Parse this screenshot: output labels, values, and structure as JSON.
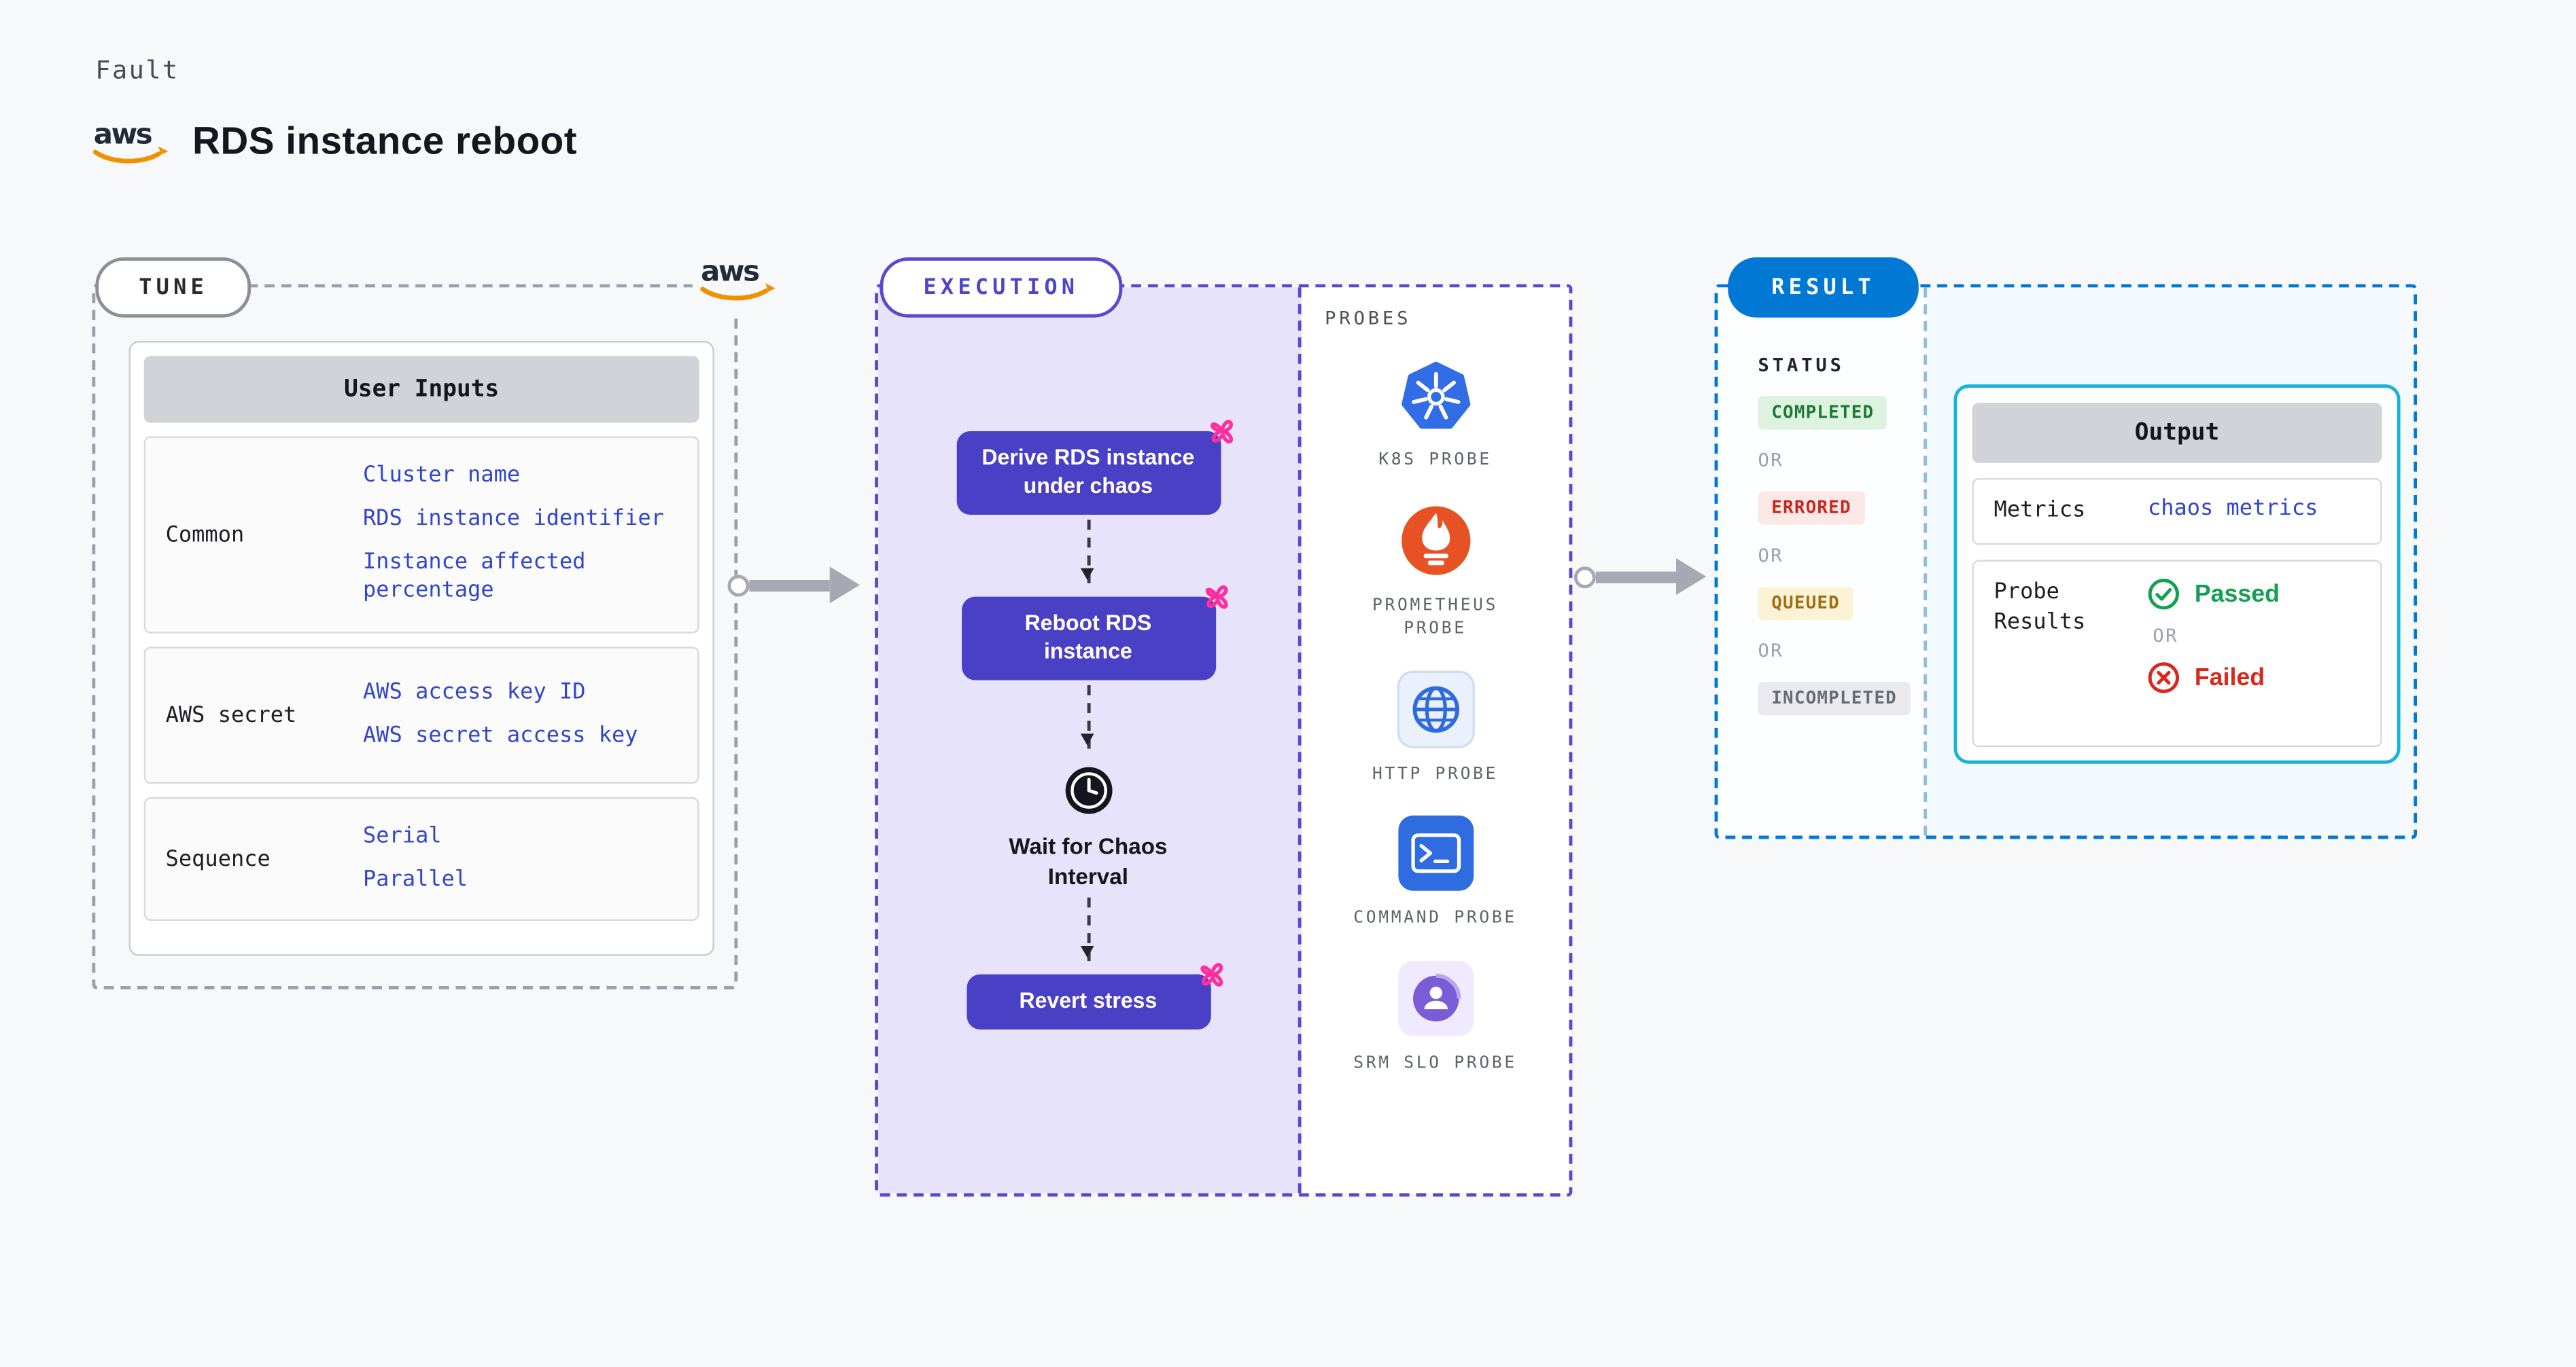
{
  "header": {
    "fault_label": "Fault",
    "title": "RDS instance reboot",
    "aws_logo_text": "aws"
  },
  "tune": {
    "pill_label": "TUNE",
    "aws_logo_text": "aws",
    "card": {
      "header": "User Inputs",
      "rows": [
        {
          "label": "Common",
          "links": [
            "Cluster name",
            "RDS instance identifier",
            "Instance affected percentage"
          ]
        },
        {
          "label": "AWS secret",
          "links": [
            "AWS access key ID",
            "AWS secret access key"
          ]
        },
        {
          "label": "Sequence",
          "links": [
            "Serial",
            "Parallel"
          ]
        }
      ]
    }
  },
  "execution": {
    "pill_label": "EXECUTION",
    "nodes": [
      {
        "label": "Derive RDS instance under chaos"
      },
      {
        "label": "Reboot RDS instance"
      },
      {
        "label": "Wait for Chaos Interval"
      },
      {
        "label": "Revert stress"
      }
    ],
    "probes": {
      "title": "PROBES",
      "items": [
        {
          "icon": "k8s-probe-icon",
          "label": "K8S PROBE"
        },
        {
          "icon": "prometheus-probe-icon",
          "label": "PROMETHEUS PROBE"
        },
        {
          "icon": "http-probe-icon",
          "label": "HTTP PROBE"
        },
        {
          "icon": "command-probe-icon",
          "label": "COMMAND PROBE"
        },
        {
          "icon": "srm-slo-probe-icon",
          "label": "SRM SLO PROBE"
        }
      ]
    }
  },
  "result": {
    "pill_label": "RESULT",
    "status": {
      "title": "STATUS",
      "separator": "OR",
      "badges": [
        {
          "label": "COMPLETED",
          "state": "completed"
        },
        {
          "label": "ERRORED",
          "state": "errored"
        },
        {
          "label": "QUEUED",
          "state": "queued"
        },
        {
          "label": "INCOMPLETED",
          "state": "incompleted"
        }
      ]
    },
    "output": {
      "header": "Output",
      "metrics_label": "Metrics",
      "metrics_link": "chaos metrics",
      "probe_results_label": "Probe Results",
      "passed_label": "Passed",
      "or_label": "OR",
      "failed_label": "Failed"
    }
  },
  "icons": {
    "aws": "aws-logo",
    "spark": "chaos-spark-icon",
    "clock": "clock-icon",
    "k8s": "k8s-probe-icon",
    "prometheus": "prometheus-probe-icon",
    "http": "http-globe-icon",
    "command": "command-terminal-icon",
    "srm_slo": "srm-slo-icon",
    "passed": "check-circle-icon",
    "failed": "x-circle-icon",
    "flow_arrow": "arrow-right-icon"
  },
  "colors": {
    "page_bg": "#f7f8fa",
    "indigo_border": "#5a49cf",
    "indigo_node": "#4a40c6",
    "execution_bg": "#e7e3fa",
    "result_blue": "#0278d5",
    "output_border": "#18b4d8",
    "link_blue": "#3246c8",
    "pink": "#ff2d9e",
    "green": "#12a150",
    "red": "#d8271c",
    "completed_bg": "#ddf3df",
    "completed_fg": "#1d7a33",
    "errored_bg": "#fbe9e7",
    "errored_fg": "#c62820",
    "queued_bg": "#fcf3d7",
    "queued_fg": "#9c6f10",
    "incompleted_bg": "#e9e9ee",
    "incompleted_fg": "#686b74"
  }
}
